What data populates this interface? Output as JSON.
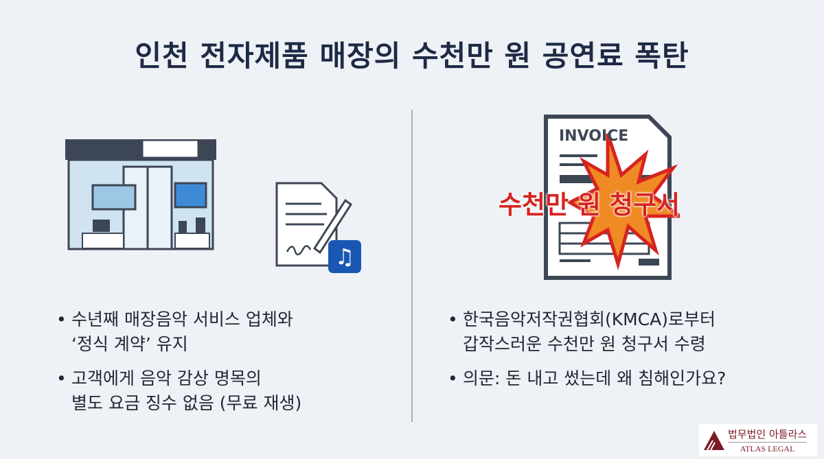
{
  "title": "인천 전자제품 매장의 수천만 원 공연료 폭탄",
  "left": {
    "bullets": [
      {
        "line1": "수년째 매장음악 서비스 업체와",
        "line2": "‘정식 계약’ 유지"
      },
      {
        "line1": "고객에게 음악 감상 명목의",
        "line2": "별도 요금 징수 없음 (무료 재생)"
      }
    ]
  },
  "right": {
    "invoice_label": "INVOICE",
    "stamp_text": "수천만 원 청구서",
    "bullets": [
      {
        "line1": "한국음악저작권협회(KMCA)로부터",
        "line2": "갑작스러운 수천만 원 청구서 수령"
      },
      {
        "line1": "의문: 돈 내고 썼는데 왜 침해인가요?",
        "line2": ""
      }
    ]
  },
  "logo": {
    "korean": "법무법인 아틀라스",
    "english": "ATLAS LEGAL",
    "color": "#7a1c24"
  },
  "colors": {
    "background": "#eef1f5",
    "title": "#1e2a45",
    "burst": "#f08a24",
    "burst_outline": "#d62420",
    "music_badge": "#1a57b5"
  }
}
